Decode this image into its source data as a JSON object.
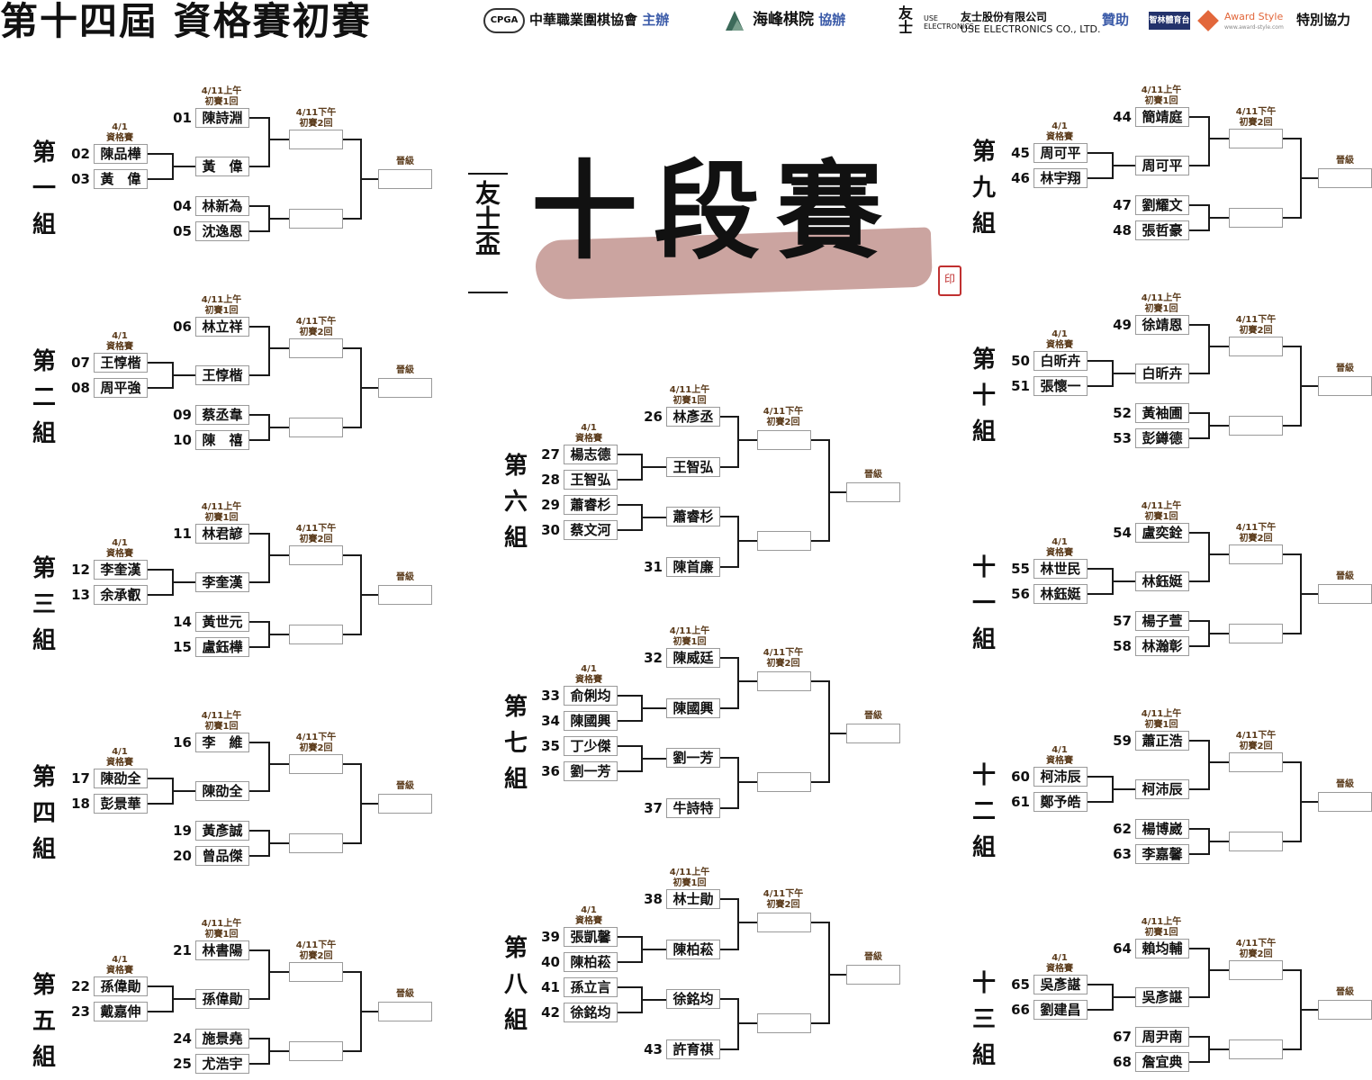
{
  "header": {
    "title": "第十四屆 資格賽初賽",
    "organizer": {
      "logo": "CPGA",
      "name": "中華職業圍棋協會",
      "role": "主辦"
    },
    "co_organizer": {
      "name": "海峰棋院",
      "role": "協辦"
    },
    "sponsor": {
      "logo": "友士",
      "logo_sub": "USE ELECTRONICS",
      "name": "友士股份有限公司",
      "name_en": "USE ELECTRONICS CO., LTD.",
      "role": "贊助"
    },
    "special": {
      "badge": "智林體育台",
      "brand": "Award Style",
      "brand_sub": "www.award-style.com",
      "role": "特別協力"
    }
  },
  "center_logo": {
    "cup": "友士盃",
    "title": "十段賽",
    "seal": "印"
  },
  "labels": {
    "qual": [
      "4/1",
      "資格賽"
    ],
    "r1": [
      "4/11上午",
      "初賽1回"
    ],
    "r2": [
      "4/11下午",
      "初賽2回"
    ],
    "advance": "晉級"
  },
  "groups": [
    {
      "name": "第一組",
      "r1_winner": "黃　偉",
      "qual": [
        {
          "num": "02",
          "name": "陳品樺"
        },
        {
          "num": "03",
          "name": "黃　偉"
        }
      ],
      "seed": {
        "num": "01",
        "name": "陳詩淵"
      },
      "pair": [
        {
          "num": "04",
          "name": "林新為"
        },
        {
          "num": "05",
          "name": "沈逸恩"
        }
      ]
    },
    {
      "name": "第二組",
      "r1_winner": "王惇楷",
      "qual": [
        {
          "num": "07",
          "name": "王惇楷"
        },
        {
          "num": "08",
          "name": "周平強"
        }
      ],
      "seed": {
        "num": "06",
        "name": "林立祥"
      },
      "pair": [
        {
          "num": "09",
          "name": "蔡丞韋"
        },
        {
          "num": "10",
          "name": "陳　禧"
        }
      ]
    },
    {
      "name": "第三組",
      "r1_winner": "李奎漢",
      "qual": [
        {
          "num": "12",
          "name": "李奎漢"
        },
        {
          "num": "13",
          "name": "余承叡"
        }
      ],
      "seed": {
        "num": "11",
        "name": "林君諺"
      },
      "pair": [
        {
          "num": "14",
          "name": "黃世元"
        },
        {
          "num": "15",
          "name": "盧鈺樺"
        }
      ]
    },
    {
      "name": "第四組",
      "r1_winner": "陳劭全",
      "qual": [
        {
          "num": "17",
          "name": "陳劭全"
        },
        {
          "num": "18",
          "name": "彭景華"
        }
      ],
      "seed": {
        "num": "16",
        "name": "李　維"
      },
      "pair": [
        {
          "num": "19",
          "name": "黃彥誠"
        },
        {
          "num": "20",
          "name": "曾品傑"
        }
      ]
    },
    {
      "name": "第五組",
      "r1_winner": "孫偉勛",
      "qual": [
        {
          "num": "22",
          "name": "孫偉勛"
        },
        {
          "num": "23",
          "name": "戴嘉伸"
        }
      ],
      "seed": {
        "num": "21",
        "name": "林書陽"
      },
      "pair": [
        {
          "num": "24",
          "name": "施景堯"
        },
        {
          "num": "25",
          "name": "尤浩宇"
        }
      ]
    },
    {
      "name": "第六組",
      "r1_winner_a": "王智弘",
      "r1_winner_b": "蕭睿杉",
      "seed": {
        "num": "26",
        "name": "林彥丞"
      },
      "qual_a": [
        {
          "num": "27",
          "name": "楊志德"
        },
        {
          "num": "28",
          "name": "王智弘"
        }
      ],
      "qual_b": [
        {
          "num": "29",
          "name": "蕭睿杉"
        },
        {
          "num": "30",
          "name": "蔡文河"
        }
      ],
      "seed2": {
        "num": "31",
        "name": "陳首廉"
      }
    },
    {
      "name": "第七組",
      "r1_winner_a": "陳國興",
      "r1_winner_b": "劉一芳",
      "seed": {
        "num": "32",
        "name": "陳威廷"
      },
      "qual_a": [
        {
          "num": "33",
          "name": "俞俐均"
        },
        {
          "num": "34",
          "name": "陳國興"
        }
      ],
      "qual_b": [
        {
          "num": "35",
          "name": "丁少傑"
        },
        {
          "num": "36",
          "name": "劉一芳"
        }
      ],
      "seed2": {
        "num": "37",
        "name": "牛詩特"
      }
    },
    {
      "name": "第八組",
      "r1_winner_a": "陳柏菘",
      "r1_winner_b": "徐銘均",
      "seed": {
        "num": "38",
        "name": "林士勛"
      },
      "qual_a": [
        {
          "num": "39",
          "name": "張凱馨"
        },
        {
          "num": "40",
          "name": "陳柏菘"
        }
      ],
      "qual_b": [
        {
          "num": "41",
          "name": "孫立言"
        },
        {
          "num": "42",
          "name": "徐銘均"
        }
      ],
      "seed2": {
        "num": "43",
        "name": "許育祺"
      }
    },
    {
      "name": "第九組",
      "r1_winner": "周可平",
      "qual": [
        {
          "num": "45",
          "name": "周可平"
        },
        {
          "num": "46",
          "name": "林宇翔"
        }
      ],
      "seed": {
        "num": "44",
        "name": "簡靖庭"
      },
      "pair": [
        {
          "num": "47",
          "name": "劉耀文"
        },
        {
          "num": "48",
          "name": "張哲豪"
        }
      ]
    },
    {
      "name": "第十組",
      "r1_winner": "白昕卉",
      "qual": [
        {
          "num": "50",
          "name": "白昕卉"
        },
        {
          "num": "51",
          "name": "張懷一"
        }
      ],
      "seed": {
        "num": "49",
        "name": "徐靖恩"
      },
      "pair": [
        {
          "num": "52",
          "name": "黃袖圃"
        },
        {
          "num": "53",
          "name": "彭鐏德"
        }
      ]
    },
    {
      "name": "十一組",
      "r1_winner": "林鈺娗",
      "qual": [
        {
          "num": "55",
          "name": "林世民"
        },
        {
          "num": "56",
          "name": "林鈺娗"
        }
      ],
      "seed": {
        "num": "54",
        "name": "盧奕銓"
      },
      "pair": [
        {
          "num": "57",
          "name": "楊子萱"
        },
        {
          "num": "58",
          "name": "林瀚彰"
        }
      ]
    },
    {
      "name": "十二組",
      "r1_winner": "柯沛辰",
      "qual": [
        {
          "num": "60",
          "name": "柯沛辰"
        },
        {
          "num": "61",
          "name": "鄭予皓"
        }
      ],
      "seed": {
        "num": "59",
        "name": "蕭正浩"
      },
      "pair": [
        {
          "num": "62",
          "name": "楊博崴"
        },
        {
          "num": "63",
          "name": "李嘉馨"
        }
      ]
    },
    {
      "name": "十三組",
      "r1_winner": "吳彥諶",
      "qual": [
        {
          "num": "65",
          "name": "吳彥諶"
        },
        {
          "num": "66",
          "name": "劉建昌"
        }
      ],
      "seed": {
        "num": "64",
        "name": "賴均輔"
      },
      "pair": [
        {
          "num": "67",
          "name": "周尹南"
        },
        {
          "num": "68",
          "name": "詹宜典"
        }
      ]
    }
  ]
}
